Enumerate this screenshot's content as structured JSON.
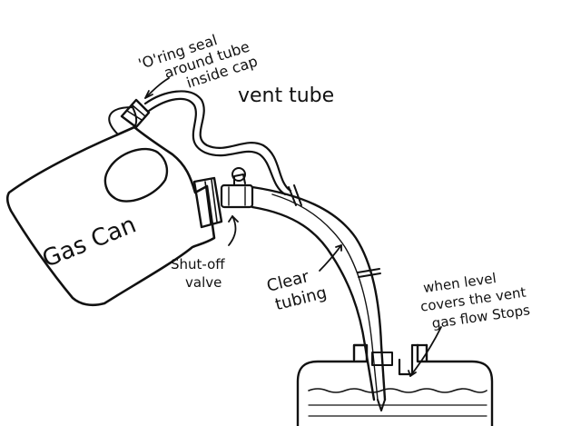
{
  "labels": {
    "oring_line1": "'O'ring seal",
    "oring_line2": "around tube",
    "oring_line3": "inside cap",
    "vent_tube": "vent tube",
    "gas_can": "Gas Can",
    "shutoff_line1": "Shut-off",
    "shutoff_line2": "valve",
    "clear_line1": "Clear",
    "clear_line2": "tubing",
    "level_line1": "when level",
    "level_line2": "covers the vent",
    "level_line3": "gas flow Stops"
  }
}
